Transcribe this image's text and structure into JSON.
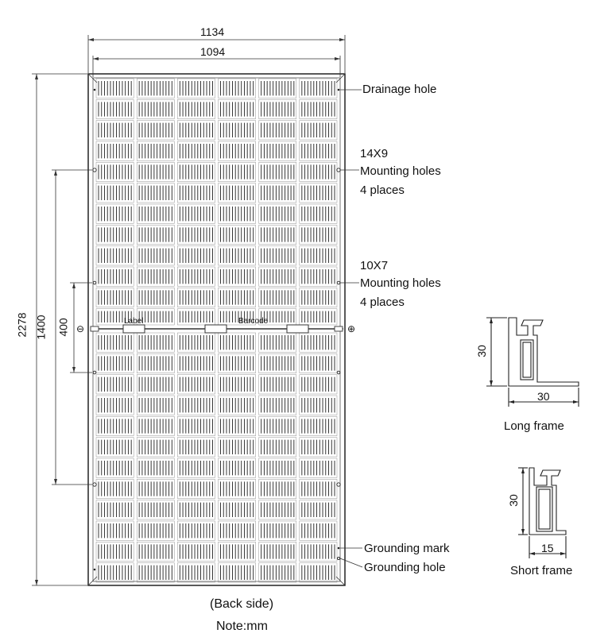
{
  "dimensions": {
    "overall_width": "1134",
    "frame_width": "1094",
    "overall_length": "2278",
    "mount_14x9_spacing": "1400",
    "mount_10x7_spacing": "400"
  },
  "callouts": {
    "drainage_hole": "Drainage hole",
    "mount_14x9_size": "14X9",
    "mount_14x9_name": "Mounting holes",
    "mount_14x9_count": "4 places",
    "mount_10x7_size": "10X7",
    "mount_10x7_name": "Mounting holes",
    "mount_10x7_count": "4 places",
    "grounding_mark": "Grounding mark",
    "grounding_hole": "Grounding hole"
  },
  "cable": {
    "minus_symbol": "⊖",
    "plus_symbol": "⊕",
    "label_tag": "Label",
    "barcode_tag": "Barcode"
  },
  "long_frame": {
    "height": "30",
    "width": "30",
    "caption": "Long frame"
  },
  "short_frame": {
    "height": "30",
    "width": "15",
    "caption": "Short frame"
  },
  "captions": {
    "side": "(Back side)",
    "note": "Note:mm"
  },
  "cell_grid": {
    "rows": 24,
    "columns": 6
  }
}
